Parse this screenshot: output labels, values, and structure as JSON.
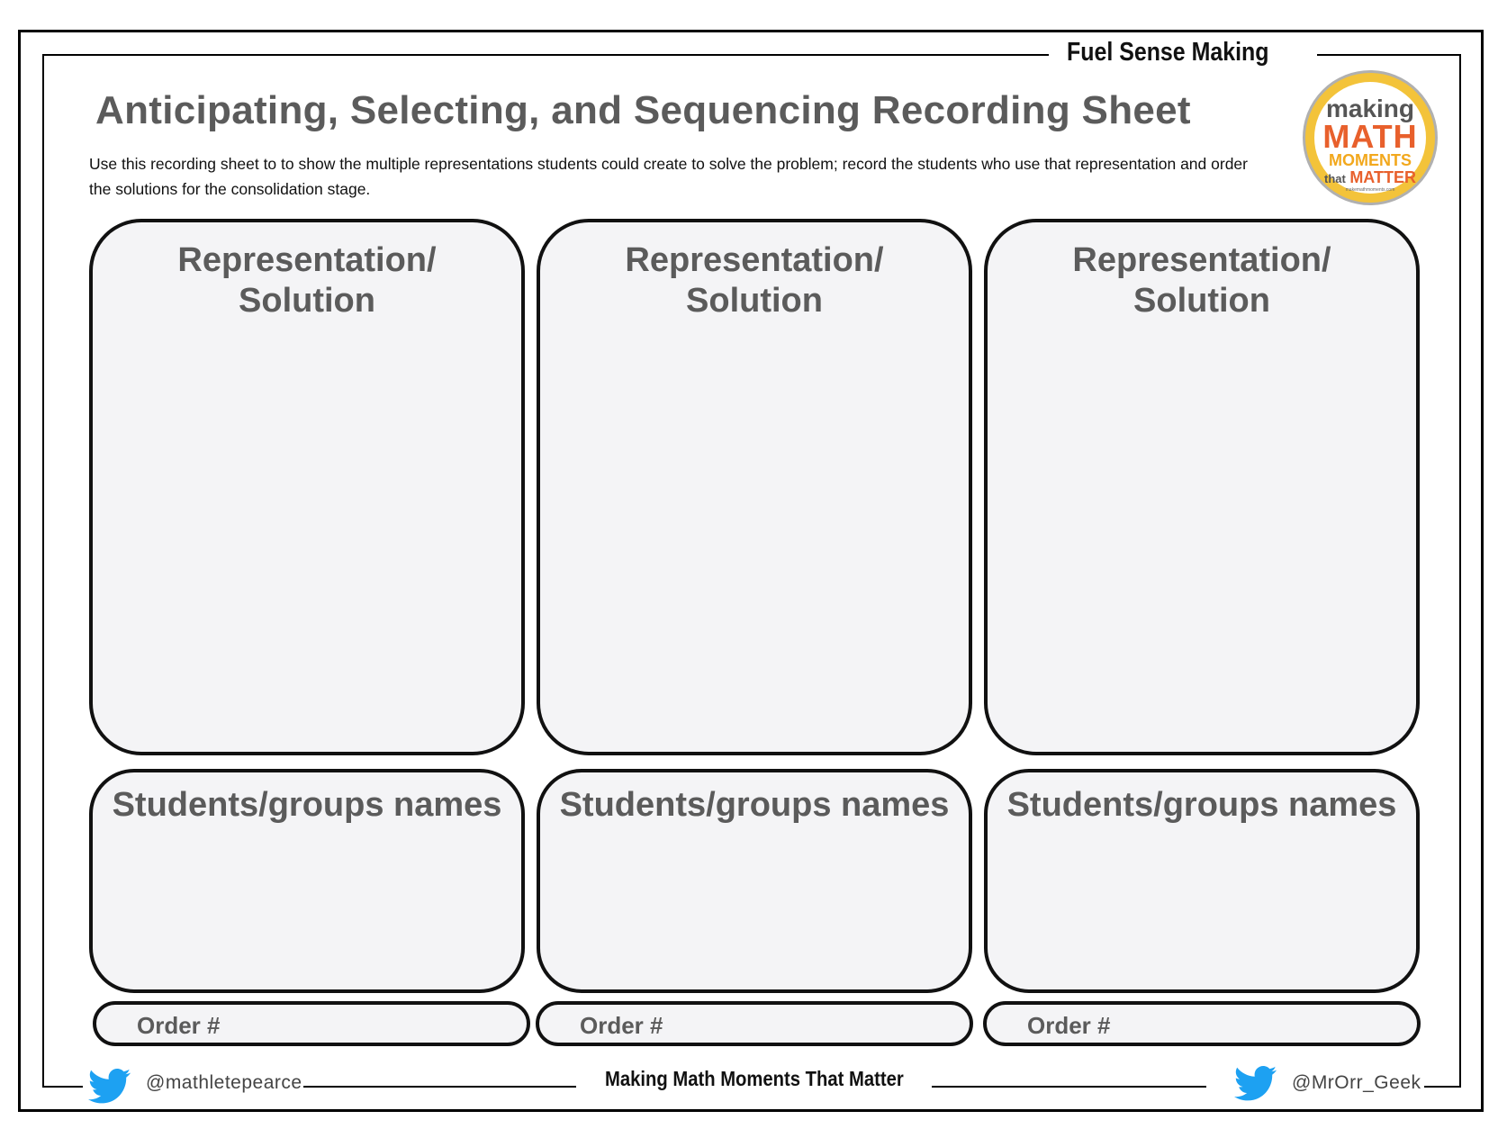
{
  "header": {
    "tag": "Fuel Sense Making",
    "title": "Anticipating, Selecting, and Sequencing Recording Sheet",
    "instructions": "Use this recording sheet to to show the multiple representations students could create to solve the problem; record the students who use that representation and order the solutions for the consolidation stage."
  },
  "logo": {
    "line1": "making",
    "line2": "MATH",
    "line3": "MOMENTS",
    "line4a": "that",
    "line4b": "MATTER",
    "url": "makemathmoments.com"
  },
  "columns": [
    {
      "representation_label": "Representation/ Solution",
      "students_label": "Students/groups names",
      "order_label": "Order #"
    },
    {
      "representation_label": "Representation/ Solution",
      "students_label": "Students/groups names",
      "order_label": "Order #"
    },
    {
      "representation_label": "Representation/ Solution",
      "students_label": "Students/groups names",
      "order_label": "Order #"
    }
  ],
  "footer": {
    "left_handle": "@mathletepearce",
    "center": "Making Math Moments That Matter",
    "right_handle": "@MrOrr_Geek",
    "bird_icon": "twitter-bird-icon",
    "bird_color": "#1da1f2"
  },
  "colors": {
    "heading_gray": "#5b5b5b",
    "box_fill": "#f4f4f6",
    "logo_ring": "#f3c33a",
    "logo_orange": "#e8602c"
  }
}
